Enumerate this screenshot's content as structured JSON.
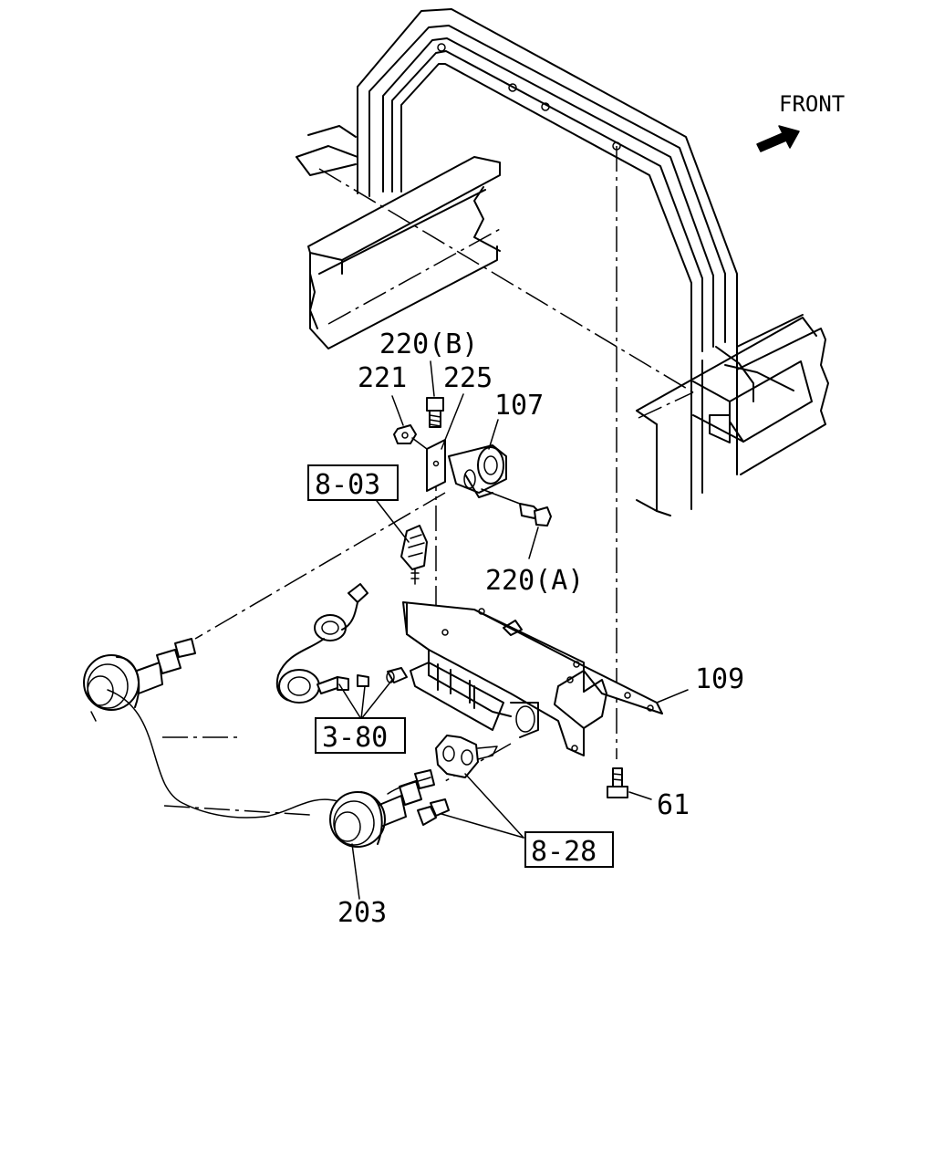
{
  "orientation": {
    "front_label": "FRONT",
    "arrow_icon": "front-arrow-icon"
  },
  "callouts": {
    "p220b": "220(B)",
    "p221": "221",
    "p225": "225",
    "p107": "107",
    "p220a": "220(A)",
    "p109": "109",
    "p61": "61",
    "p203": "203"
  },
  "references": {
    "r803": "8-03",
    "r380": "3-80",
    "r828": "8-28"
  }
}
